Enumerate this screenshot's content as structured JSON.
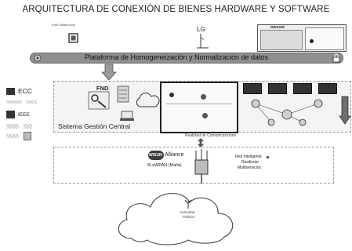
{
  "title": "ARQUITECTURA DE CONEXIÓN DE BIENES HARDWARE Y SOFTWARE",
  "top_left_caption": "Enel Distribución",
  "lg_label": "LG",
  "dataloggers_label": "DWXGM",
  "platform_band": "Plataforma de Homogeneización y Normalización de datos",
  "standards": [
    "ECC",
    "IEEE"
  ],
  "fnd_label": "FND",
  "central_system_label": "Sistema Gestión Central",
  "comms_network_label": "Realidad de Comunicaciones",
  "wisun_label": "Alliance",
  "wisun_logo": "WISUN",
  "glowpan_label": "6LoWPAN (Malla)",
  "smart_grid_lines": [
    "Red Inteligente",
    "Resiliente",
    "Multiservicios"
  ],
  "cloud_caption": [
    "Autoridad",
    "Pública"
  ],
  "colors": {
    "band": "#8f8f8f",
    "panel_border": "#222222",
    "arrow": "#6e6e6e"
  }
}
